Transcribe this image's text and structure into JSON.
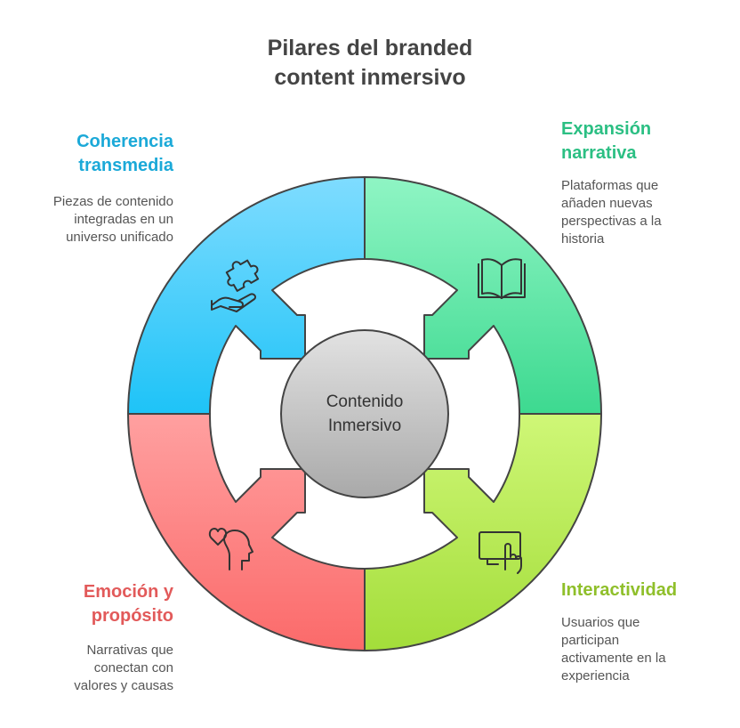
{
  "title": [
    "Pilares del branded",
    "content inmersivo"
  ],
  "center": {
    "label": [
      "Contenido",
      "Inmersivo"
    ]
  },
  "pillars": {
    "coherencia": {
      "title": [
        "Coherencia",
        "transmedia"
      ],
      "description": [
        "Piezas de contenido",
        "integradas en un",
        "universo unificado"
      ],
      "color": "#1ba9d8",
      "icon": "puzzle-hand-icon"
    },
    "expansion": {
      "title": [
        "Expansión",
        "narrativa"
      ],
      "description": [
        "Plataformas que",
        "añaden nuevas",
        "perspectivas a la",
        "historia"
      ],
      "color": "#2bbf83",
      "icon": "open-book-icon"
    },
    "emocion": {
      "title": [
        "Emoción y",
        "propósito"
      ],
      "description": [
        "Narrativas que",
        "conectan con",
        "valores y causas"
      ],
      "color": "#e25a5a",
      "icon": "head-heart-icon"
    },
    "interactividad": {
      "title": [
        "Interactividad"
      ],
      "description": [
        "Usuarios que",
        "participan",
        "activamente en la",
        "experiencia"
      ],
      "color": "#8fbf2a",
      "icon": "touch-screen-icon"
    }
  },
  "colors": {
    "blue_fill": "#3cc6f5",
    "green_fill": "#5fe0a6",
    "lime_fill": "#b6ea5c",
    "red_fill": "#fb8585",
    "center_fill": "#c4c4c4",
    "outline": "#444444"
  }
}
